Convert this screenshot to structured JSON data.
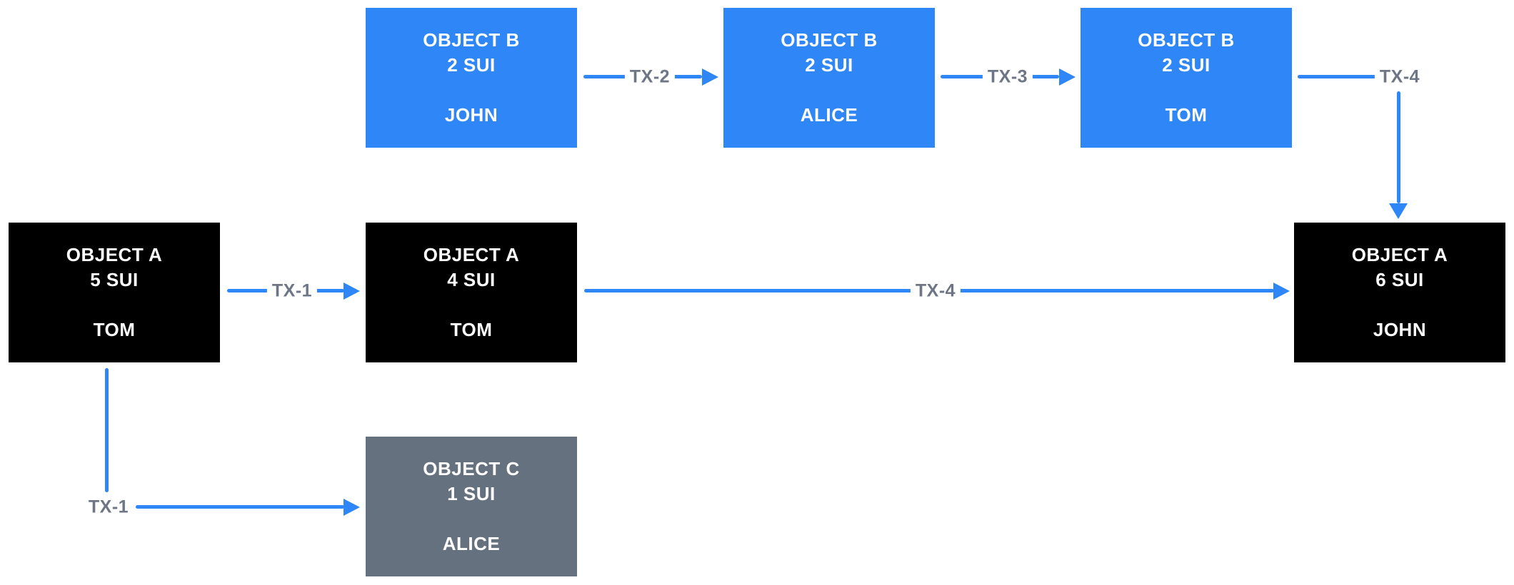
{
  "diagram": {
    "description": "Object ownership flow diagram (SUI objects across transactions)",
    "colors": {
      "background": "#ffffff",
      "box_blue": "#2E86F7",
      "box_black": "#000000",
      "box_gray": "#667180",
      "arrow_blue": "#2E86F7",
      "label_gray": "#6E7585",
      "box_text": "#ffffff"
    },
    "boxes": [
      {
        "title": "OBJECT B",
        "amount": "2 SUI",
        "owner": "JOHN",
        "variant": "blue"
      },
      {
        "title": "OBJECT B",
        "amount": "2 SUI",
        "owner": "ALICE",
        "variant": "blue"
      },
      {
        "title": "OBJECT B",
        "amount": "2 SUI",
        "owner": "TOM",
        "variant": "blue"
      },
      {
        "title": "OBJECT A",
        "amount": "5 SUI",
        "owner": "TOM",
        "variant": "black"
      },
      {
        "title": "OBJECT A",
        "amount": "4 SUI",
        "owner": "TOM",
        "variant": "black"
      },
      {
        "title": "OBJECT A",
        "amount": "6 SUI",
        "owner": "JOHN",
        "variant": "black"
      },
      {
        "title": "OBJECT C",
        "amount": "1 SUI",
        "owner": "ALICE",
        "variant": "gray"
      }
    ],
    "transactions": [
      {
        "label": "TX-1",
        "from": "OBJECT A 5 SUI TOM",
        "to": "OBJECT A 4 SUI TOM"
      },
      {
        "label": "TX-1",
        "from": "OBJECT A 5 SUI TOM",
        "to": "OBJECT C 1 SUI ALICE"
      },
      {
        "label": "TX-2",
        "from": "OBJECT B 2 SUI JOHN",
        "to": "OBJECT B 2 SUI ALICE"
      },
      {
        "label": "TX-3",
        "from": "OBJECT B 2 SUI ALICE",
        "to": "OBJECT B 2 SUI TOM"
      },
      {
        "label": "TX-4",
        "from": "OBJECT B 2 SUI TOM",
        "to": "OBJECT A 6 SUI JOHN"
      },
      {
        "label": "TX-4",
        "from": "OBJECT A 4 SUI TOM",
        "to": "OBJECT A 6 SUI JOHN"
      }
    ]
  }
}
